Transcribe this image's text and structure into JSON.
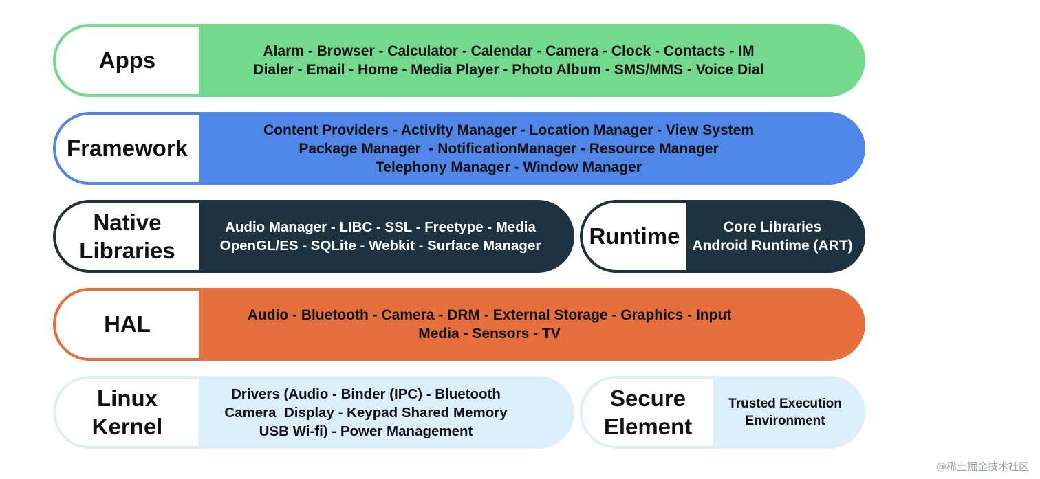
{
  "colors": {
    "apps": "#73d98f",
    "framework": "#4f86e8",
    "native": "#1d3342",
    "hal": "#e5703d",
    "kernel": "#dbeefb",
    "dark_text": "#111111",
    "light_text": "#ffffff"
  },
  "apps": {
    "label": "Apps",
    "lines": [
      "Alarm - Browser - Calculator - Calendar - Camera - Clock - Contacts - IM",
      "Dialer - Email - Home - Media Player - Photo Album - SMS/MMS - Voice Dial"
    ]
  },
  "framework": {
    "label": "Framework",
    "lines": [
      "Content Providers - Activity Manager - Location Manager - View System",
      "Package Manager  - NotificationManager - Resource Manager",
      "Telephony Manager - Window Manager"
    ]
  },
  "native_libraries": {
    "label": "Native\nLibraries",
    "lines": [
      "Audio Manager - LIBC - SSL - Freetype - Media",
      "OpenGL/ES - SQLite - Webkit - Surface Manager"
    ]
  },
  "runtime": {
    "label": "Runtime",
    "lines": [
      "Core Libraries",
      "Android Runtime (ART)"
    ]
  },
  "hal": {
    "label": "HAL",
    "lines": [
      "Audio - Bluetooth - Camera - DRM - External Storage - Graphics - Input",
      "Media - Sensors - TV"
    ]
  },
  "linux_kernel": {
    "label": "Linux\nKernel",
    "lines": [
      "Drivers (Audio - Binder (IPC) - Bluetooth",
      "Camera  Display - Keypad Shared Memory",
      "USB Wi-fi) - Power Management"
    ]
  },
  "secure_element": {
    "label": "Secure\nElement",
    "lines": [
      "Trusted Execution",
      "Environment"
    ]
  },
  "watermark": "@稀土掘金技术社区"
}
